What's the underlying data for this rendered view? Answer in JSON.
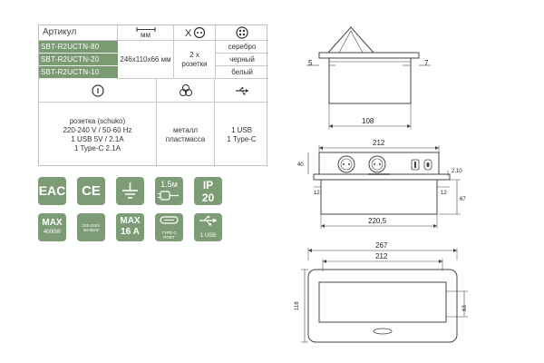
{
  "table": {
    "header_article": "Артикул",
    "header_mm_unit": "мм",
    "articles": [
      "SBT-R2UCTN-80",
      "SBT-R2UCTN-20",
      "SBT-R2UCTN-10"
    ],
    "size": "246x110x66 мм",
    "sockets": "2 x розетки",
    "colors": [
      "серебро",
      "черный",
      "белый"
    ],
    "power": "розетка (schuko)\n220-240 V / 50-60 Hz\n1 USB 5V / 2.1A\n1 Type-C 2.1A",
    "material": "металл\nпластмасса",
    "usb": "1 USB\n1 Type-C"
  },
  "badges": {
    "eac": "EAC",
    "ce": "CE",
    "cable_length": "1.5м",
    "ip_label": "IP",
    "ip_value": "20",
    "max_power_label": "MAX",
    "max_power_value": "4000W",
    "voltage": "220-240V\n50-60Hz",
    "max_current_label": "MAX",
    "max_current_value": "16 A",
    "typec_label": "TYPE-C\nPORT",
    "usb_label": "1 USB"
  },
  "drawing_top": {
    "dim_left": "5",
    "dim_right": "7",
    "dim_bottom": "108"
  },
  "drawing_mid": {
    "dim_top": "212",
    "dim_left_top": "40",
    "dim_right_top": "2,10",
    "dim_left_flange": "12",
    "dim_right_flange": "12",
    "dim_depth": "67",
    "dim_bottom": "220,5"
  },
  "drawing_bottom": {
    "dim_outer": "267",
    "dim_inner": "212",
    "dim_height": "118",
    "dim_inner_height": "63"
  }
}
